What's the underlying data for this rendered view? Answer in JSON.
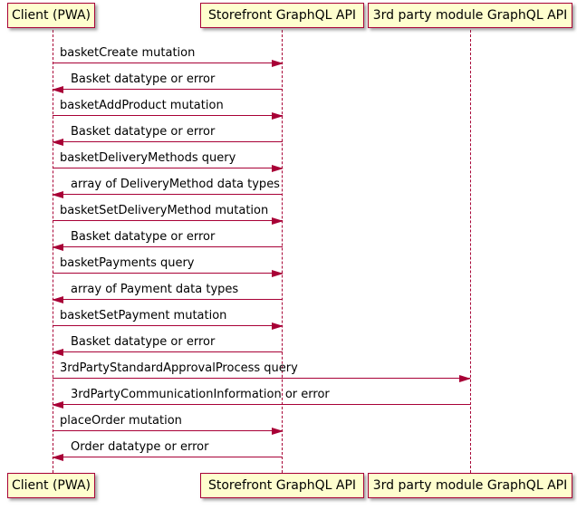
{
  "diagram": {
    "type": "sequence",
    "colors": {
      "participant_fill": "#FEFECE",
      "line": "#A80036",
      "text": "#000000",
      "background": "#FFFFFF"
    },
    "participants": [
      {
        "name": "Client (PWA)"
      },
      {
        "name": "Storefront GraphQL API"
      },
      {
        "name": "3rd party module GraphQL API"
      }
    ],
    "messages": [
      {
        "label": "basketCreate mutation",
        "from": "Client (PWA)",
        "to": "Storefront GraphQL API",
        "direction": "right"
      },
      {
        "label": "Basket datatype or error",
        "from": "Storefront GraphQL API",
        "to": "Client (PWA)",
        "direction": "left"
      },
      {
        "label": "basketAddProduct mutation",
        "from": "Client (PWA)",
        "to": "Storefront GraphQL API",
        "direction": "right"
      },
      {
        "label": "Basket datatype or error",
        "from": "Storefront GraphQL API",
        "to": "Client (PWA)",
        "direction": "left"
      },
      {
        "label": "basketDeliveryMethods query",
        "from": "Client (PWA)",
        "to": "Storefront GraphQL API",
        "direction": "right"
      },
      {
        "label": "array of DeliveryMethod data types",
        "from": "Storefront GraphQL API",
        "to": "Client (PWA)",
        "direction": "left"
      },
      {
        "label": "basketSetDeliveryMethod mutation",
        "from": "Client (PWA)",
        "to": "Storefront GraphQL API",
        "direction": "right"
      },
      {
        "label": "Basket datatype or error",
        "from": "Storefront GraphQL API",
        "to": "Client (PWA)",
        "direction": "left"
      },
      {
        "label": "basketPayments query",
        "from": "Client (PWA)",
        "to": "Storefront GraphQL API",
        "direction": "right"
      },
      {
        "label": "array of Payment data types",
        "from": "Storefront GraphQL API",
        "to": "Client (PWA)",
        "direction": "left"
      },
      {
        "label": "basketSetPayment mutation",
        "from": "Client (PWA)",
        "to": "Storefront GraphQL API",
        "direction": "right"
      },
      {
        "label": "Basket datatype or error",
        "from": "Storefront GraphQL API",
        "to": "Client (PWA)",
        "direction": "left"
      },
      {
        "label": "3rdPartyStandardApprovalProcess query",
        "from": "Client (PWA)",
        "to": "3rd party module GraphQL API",
        "direction": "right"
      },
      {
        "label": "3rdPartyCommunicationInformation or error",
        "from": "3rd party module GraphQL API",
        "to": "Client (PWA)",
        "direction": "left"
      },
      {
        "label": "placeOrder mutation",
        "from": "Client (PWA)",
        "to": "Storefront GraphQL API",
        "direction": "right"
      },
      {
        "label": "Order datatype or error",
        "from": "Storefront GraphQL API",
        "to": "Client (PWA)",
        "direction": "left"
      }
    ]
  }
}
